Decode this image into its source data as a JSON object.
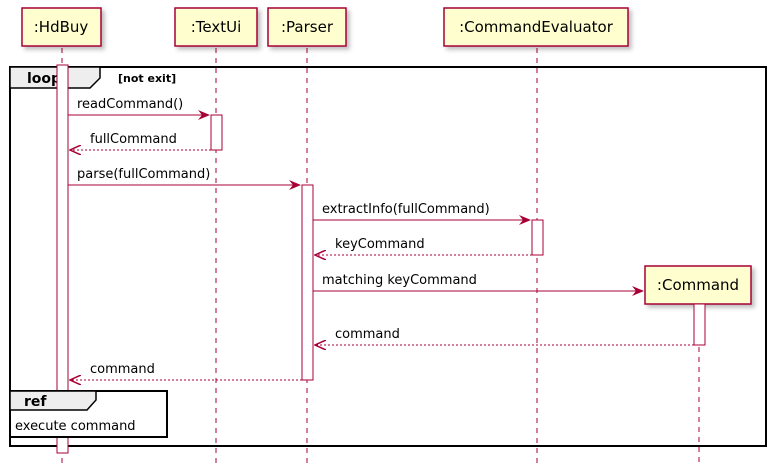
{
  "participants": {
    "hdbuy": ":HdBuy",
    "textui": ":TextUi",
    "parser": ":Parser",
    "command_evaluator": ":CommandEvaluator",
    "command": ":Command"
  },
  "loop": {
    "keyword": "loop",
    "guard": "[not exit]"
  },
  "messages": {
    "read_command": "readCommand()",
    "full_command_return": "fullCommand",
    "parse": "parse(fullCommand)",
    "extract_info": "extractInfo(fullCommand)",
    "key_command_return": "keyCommand",
    "matching": "matching keyCommand",
    "command_return_to_parser": "command",
    "command_return_to_hdbuy": "command"
  },
  "ref": {
    "keyword": "ref",
    "label": "execute command"
  },
  "colors": {
    "participant_fill": "#FEFECE",
    "participant_border": "#A80036",
    "arrow": "#A80036",
    "frame": "#000000",
    "frame_tab": "#EEEEEE"
  }
}
